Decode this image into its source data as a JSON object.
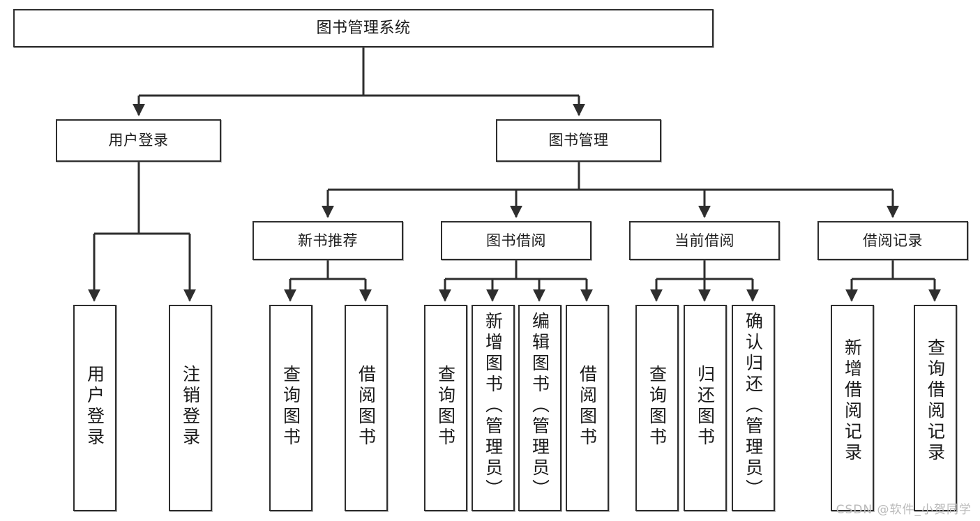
{
  "diagram": {
    "title": "图书管理系统",
    "type": "tree",
    "root": {
      "label": "图书管理系统"
    },
    "level1": [
      {
        "id": "user-login",
        "label": "用户登录"
      },
      {
        "id": "book-manage",
        "label": "图书管理"
      }
    ],
    "level2": [
      {
        "id": "new-book-recommend",
        "label": "新书推荐",
        "parent": "book-manage"
      },
      {
        "id": "book-borrow",
        "label": "图书借阅",
        "parent": "book-manage"
      },
      {
        "id": "current-borrow",
        "label": "当前借阅",
        "parent": "book-manage"
      },
      {
        "id": "borrow-record",
        "label": "借阅记录",
        "parent": "book-manage"
      }
    ],
    "leaves": {
      "user_login": [
        {
          "id": "leaf-user-login",
          "label": "用户登录"
        },
        {
          "id": "leaf-user-logout",
          "label": "注销登录"
        }
      ],
      "new_book_recommend": [
        {
          "id": "leaf-query-book-1",
          "label": "查询图书"
        },
        {
          "id": "leaf-borrow-book-1",
          "label": "借阅图书"
        }
      ],
      "book_borrow": [
        {
          "id": "leaf-query-book-2",
          "label": "查询图书"
        },
        {
          "id": "leaf-add-book",
          "label": "新增图书（管理员）"
        },
        {
          "id": "leaf-edit-book",
          "label": "编辑图书（管理员）"
        },
        {
          "id": "leaf-borrow-book-2",
          "label": "借阅图书"
        }
      ],
      "current_borrow": [
        {
          "id": "leaf-query-book-3",
          "label": "查询图书"
        },
        {
          "id": "leaf-return-book",
          "label": "归还图书"
        },
        {
          "id": "leaf-confirm-return",
          "label": "确认归还（管理员）"
        }
      ],
      "borrow_record": [
        {
          "id": "leaf-add-borrow-record",
          "label": "新增借阅记录"
        },
        {
          "id": "leaf-query-borrow-record",
          "label": "查询借阅记录"
        }
      ]
    }
  },
  "watermark": {
    "text": "CSDN @软件_小贺同学"
  },
  "colors": {
    "stroke": "#2e2e2e",
    "box_fill": "#ffffff",
    "text": "#1a1a1a",
    "watermark": "#b9b9b9",
    "page_background": "#ffffff"
  }
}
